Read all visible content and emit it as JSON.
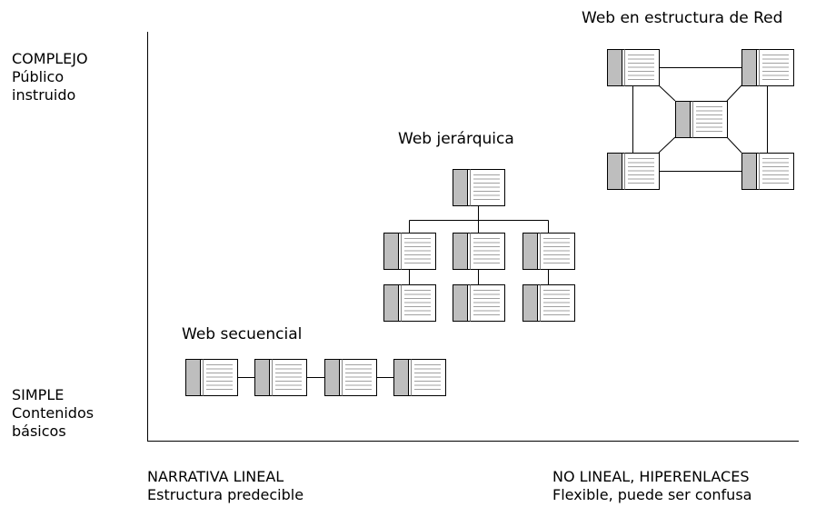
{
  "y_axis": {
    "top": {
      "line1": "COMPLEJO",
      "line2": "Público",
      "line3": "instruido"
    },
    "bottom": {
      "line1": "SIMPLE",
      "line2": "Contenidos",
      "line3": "básicos"
    }
  },
  "x_axis": {
    "left": {
      "line1": "NARRATIVA LINEAL",
      "line2": "Estructura predecible"
    },
    "right": {
      "line1": "NO LINEAL, HIPERENLACES",
      "line2": "Flexible, puede ser confusa"
    }
  },
  "structures": {
    "sequential": {
      "title": "Web secuencial",
      "pages": 4
    },
    "hierarchical": {
      "title": "Web jerárquica",
      "pages": 7
    },
    "network": {
      "title": "Web en estructura de Red",
      "pages": 5
    }
  },
  "colors": {
    "page_tab": "#bebebe",
    "lines": "#000000"
  }
}
